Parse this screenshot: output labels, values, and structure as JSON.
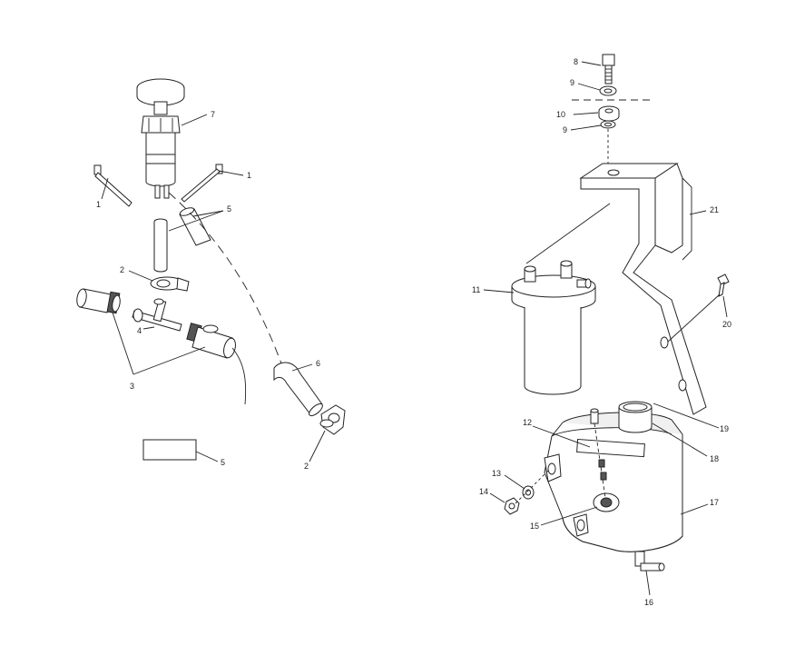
{
  "callouts": [
    {
      "id": "c1a",
      "label": "1"
    },
    {
      "id": "c1b",
      "label": "1"
    },
    {
      "id": "c7",
      "label": "7"
    },
    {
      "id": "c5",
      "label": "5"
    },
    {
      "id": "c2a",
      "label": "2"
    },
    {
      "id": "c4",
      "label": "4"
    },
    {
      "id": "c3",
      "label": "3"
    },
    {
      "id": "c6",
      "label": "6"
    },
    {
      "id": "c2b",
      "label": "2"
    },
    {
      "id": "c5b",
      "label": "5"
    },
    {
      "id": "c8",
      "label": "8"
    },
    {
      "id": "c9a",
      "label": "9"
    },
    {
      "id": "c10a",
      "label": "10"
    },
    {
      "id": "c9b",
      "label": "9"
    },
    {
      "id": "c21",
      "label": "21"
    },
    {
      "id": "c11",
      "label": "11"
    },
    {
      "id": "c20",
      "label": "20"
    },
    {
      "id": "c19",
      "label": "19"
    },
    {
      "id": "c12",
      "label": "12"
    },
    {
      "id": "c18",
      "label": "18"
    },
    {
      "id": "c13",
      "label": "13"
    },
    {
      "id": "c14",
      "label": "14"
    },
    {
      "id": "c15",
      "label": "15"
    },
    {
      "id": "c17",
      "label": "17"
    },
    {
      "id": "c16",
      "label": "16"
    }
  ]
}
